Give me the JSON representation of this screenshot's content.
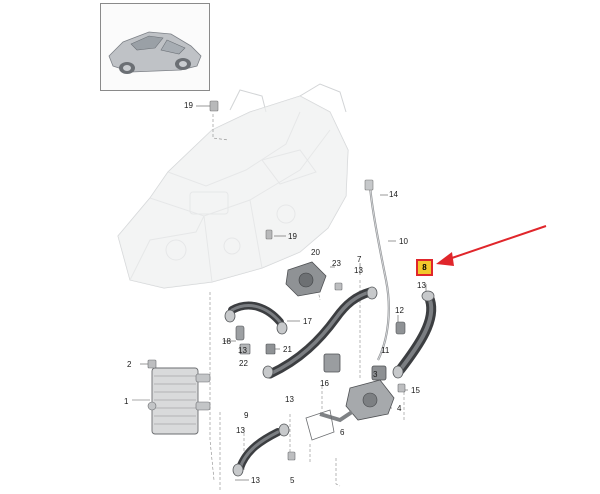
{
  "callouts": {
    "c1": "1",
    "c2": "2",
    "c3": "3",
    "c4": "4",
    "c5": "5",
    "c6": "6",
    "c7": "7",
    "c8": "8",
    "c9": "9",
    "c10": "10",
    "c11": "11",
    "c12": "12",
    "c13a": "13",
    "c13b": "13",
    "c13c": "13",
    "c13d": "13",
    "c13e": "13",
    "c13f": "13",
    "c14": "14",
    "c15": "15",
    "c16": "16",
    "c17": "17",
    "c18": "18",
    "c19a": "19",
    "c19b": "19",
    "c20": "20",
    "c21": "21",
    "c22": "22",
    "c23": "23"
  },
  "highlight": {
    "part": "8",
    "color": "#e0262b",
    "fill": "#f2c82c"
  }
}
